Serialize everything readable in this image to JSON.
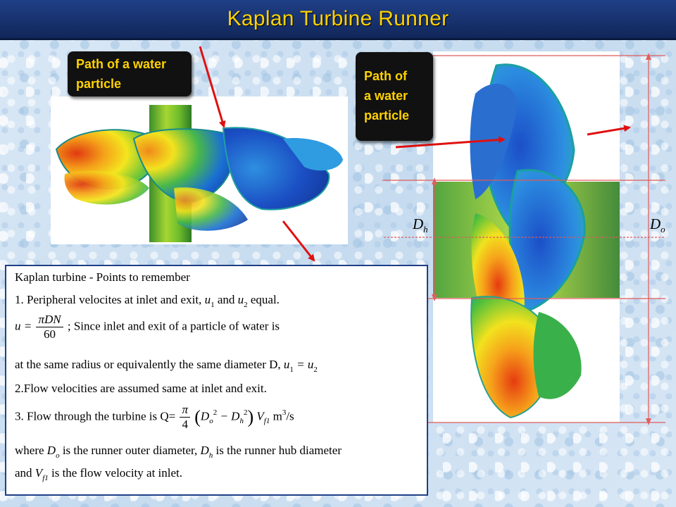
{
  "title": "Kaplan Turbine Runner",
  "callouts": {
    "left": [
      "Path of a water",
      "particle"
    ],
    "right": [
      "Path of",
      "a water",
      "particle"
    ]
  },
  "dimensions": {
    "hub": {
      "symbol": "D",
      "subscript": "h"
    },
    "outer": {
      "symbol": "D",
      "subscript": "o"
    }
  },
  "notes": {
    "heading": "Kaplan turbine - Points to remember",
    "p1_text": "1. Peripheral velocites at inlet and exit,",
    "p1_u1": "u",
    "p1_u1_sub": "1",
    "p1_and": "and",
    "p1_u2": "u",
    "p1_u2_sub": "2",
    "p1_end": "equal.",
    "eq_lhs": "u =",
    "eq_num": "πDN",
    "eq_den": "60",
    "eq_text": "; Since inlet and exit of a particle of water is",
    "p2_text": "at the same radius or equivalently the same diameter D,",
    "p2_eq": "u",
    "p2_eq_s1": "1",
    "p2_eq_mid": " = u",
    "p2_eq_s2": "2",
    "p3_text": "2.Flow velocities are assumed same at inlet and exit.",
    "p4_text": "3. Flow through the turbine is Q=",
    "p4_num": "π",
    "p4_den": "4",
    "p4_do": "D",
    "p4_do_sub": "o",
    "p4_sq": "2",
    "p4_minus": " − D",
    "p4_dh_sub": "h",
    "p4_sq2": "2",
    "p4_vf": "V",
    "p4_vf_sub": "f1",
    "p4_unit": "m",
    "p4_unit_sup": "3",
    "p4_unit_end": "/s",
    "p5_a": "where",
    "p5_do": "D",
    "p5_do_sub": "o",
    "p5_b": "is the runner outer diameter,",
    "p5_dh": "D",
    "p5_dh_sub": "h",
    "p5_c": "is the runner hub diameter",
    "p6_a": "and",
    "p6_vf": "V",
    "p6_vf_sub": "f1",
    "p6_b": "is the flow velocity at inlet."
  },
  "colors": {
    "title_bg": "#1a3570",
    "title_text": "#ffd200",
    "callout_bg": "#111111",
    "callout_text": "#ffd200",
    "arrow": "#e01010",
    "notes_border": "#1f3f86"
  }
}
